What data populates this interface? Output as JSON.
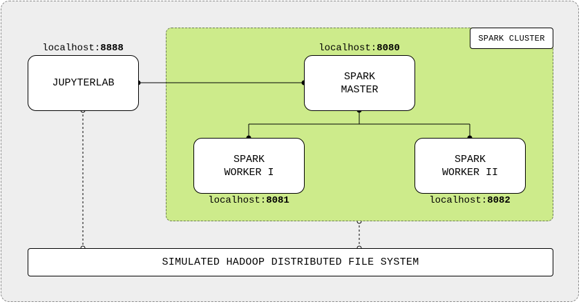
{
  "cluster": {
    "label": "SPARK CLUSTER"
  },
  "nodes": {
    "jupyterlab": {
      "label": "JUPYTERLAB",
      "host": "localhost:",
      "port": "8888"
    },
    "master": {
      "label": "SPARK\nMASTER",
      "host": "localhost:",
      "port": "8080"
    },
    "worker1": {
      "label": "SPARK\nWORKER I",
      "host": "localhost:",
      "port": "8081"
    },
    "worker2": {
      "label": "SPARK\nWORKER II",
      "host": "localhost:",
      "port": "8082"
    }
  },
  "hdfs": {
    "label": "SIMULATED HADOOP DISTRIBUTED FILE SYSTEM"
  },
  "colors": {
    "background": "#eeeeee",
    "cluster_fill": "#cdeb8b",
    "node_fill": "#ffffff",
    "stroke": "#000000"
  }
}
